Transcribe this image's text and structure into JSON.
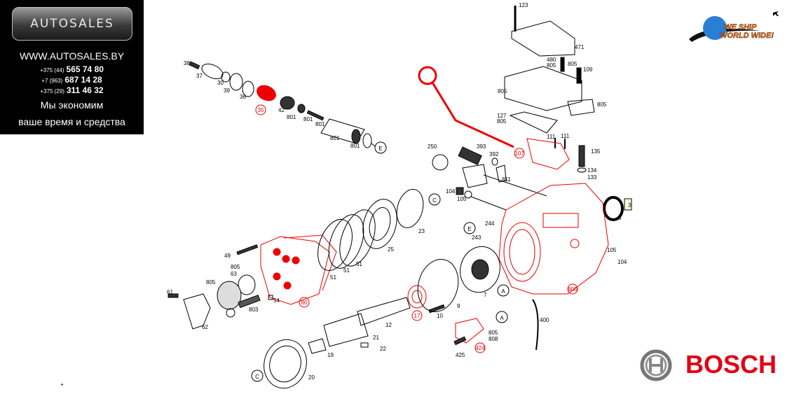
{
  "promo": {
    "logo": "AUTOSALES",
    "site": "WWW.AUTOSALES.BY",
    "phones": [
      {
        "code": "+375 (44)",
        "number": "565 74 80"
      },
      {
        "code": "+7 (963)",
        "number": "687 14 28"
      },
      {
        "code": "+375 (29)",
        "number": "311 46 32"
      }
    ],
    "slogan_line1": "Мы экономим",
    "slogan_line2": "ваше время и средства"
  },
  "ship_badge": {
    "line1": "WE SHIP",
    "line2": "WORLD WIDE!"
  },
  "brand": {
    "name": "BOSCH",
    "color": "#e20015"
  },
  "highlight_color": "#e00000",
  "parts": {
    "labels": [
      "38",
      "37",
      "30",
      "39",
      "36",
      "35",
      "42",
      "801",
      "801",
      "801",
      "801",
      "801",
      "E",
      "123",
      "471",
      "480",
      "805",
      "805",
      "109",
      "805",
      "805",
      "127",
      "805",
      "111",
      "111",
      "107",
      "135",
      "134",
      "133",
      "250",
      "393",
      "392",
      "811",
      "104",
      "105",
      "C",
      "3",
      "3",
      "49",
      "805",
      "63",
      "805",
      "61",
      "62",
      "54",
      "803",
      "80",
      "51",
      "51",
      "51",
      "25",
      "23",
      "12",
      "17",
      "10",
      "21",
      "22",
      "19",
      "20",
      "C",
      "E",
      "244",
      "243",
      "7",
      "9",
      "A",
      "800",
      "105",
      "104",
      "400",
      "A",
      "805",
      "808",
      "424",
      "425",
      "+"
    ]
  }
}
